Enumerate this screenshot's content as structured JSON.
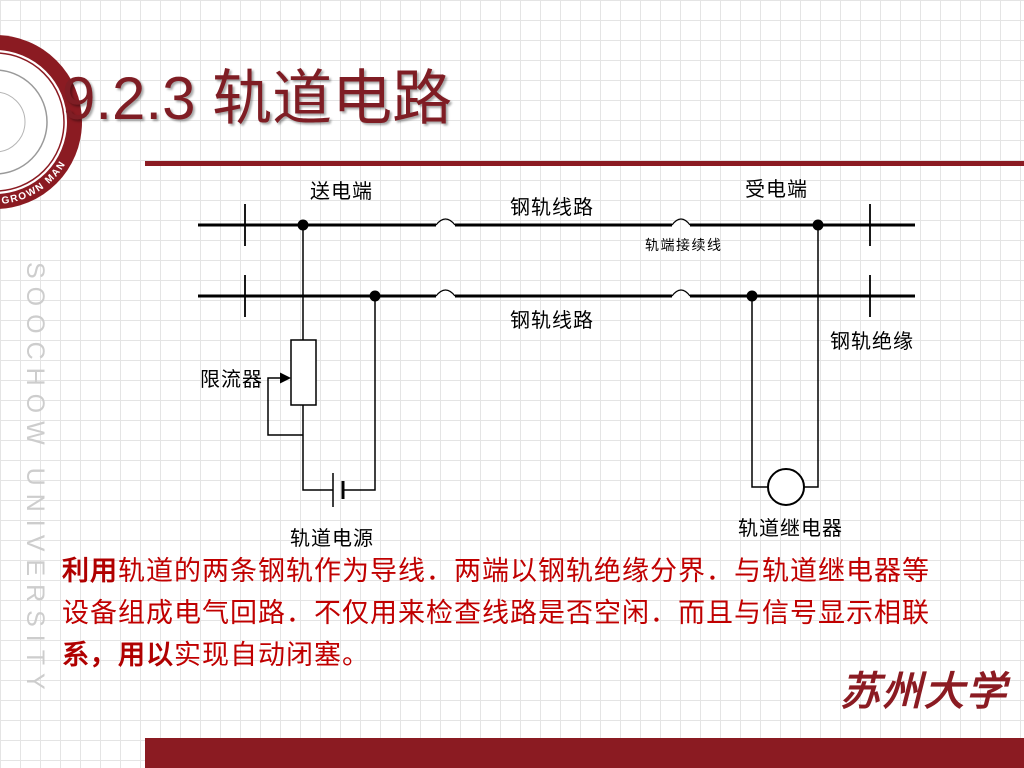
{
  "slide": {
    "title": "9.2.3 轨道电路",
    "side_text": "SOOCHOW UNIVERSITY",
    "seal_text": "GROWN MAN",
    "logo_text": "苏州大学"
  },
  "diagram": {
    "labels": {
      "sending_end": "送电端",
      "receiving_end": "受电端",
      "rail_line_top": "钢轨线路",
      "rail_connector": "轨端接续线",
      "rail_line_bottom": "钢轨线路",
      "rail_insulation": "钢轨绝缘",
      "current_limiter": "限流器",
      "track_relay": "轨道继电器",
      "track_power": "轨道电源"
    }
  },
  "body": {
    "line1_strong": "利用",
    "line1_text": "轨道的两条钢轨作为导线．两端以钢轨绝缘分界．与轨道继电器等",
    "line2_text": "设备组成电气回路．不仅用来检查线路是否空闲．而且与信号显示相联",
    "line3_strong": "系，用以",
    "line3_text": "实现自动闭塞。"
  },
  "icons": {
    "seal": "university-seal-icon"
  },
  "colors": {
    "accent": "#8b1b22",
    "title": "#7f1d24",
    "body_text": "#c00000",
    "grid": "#e4e4e4"
  }
}
